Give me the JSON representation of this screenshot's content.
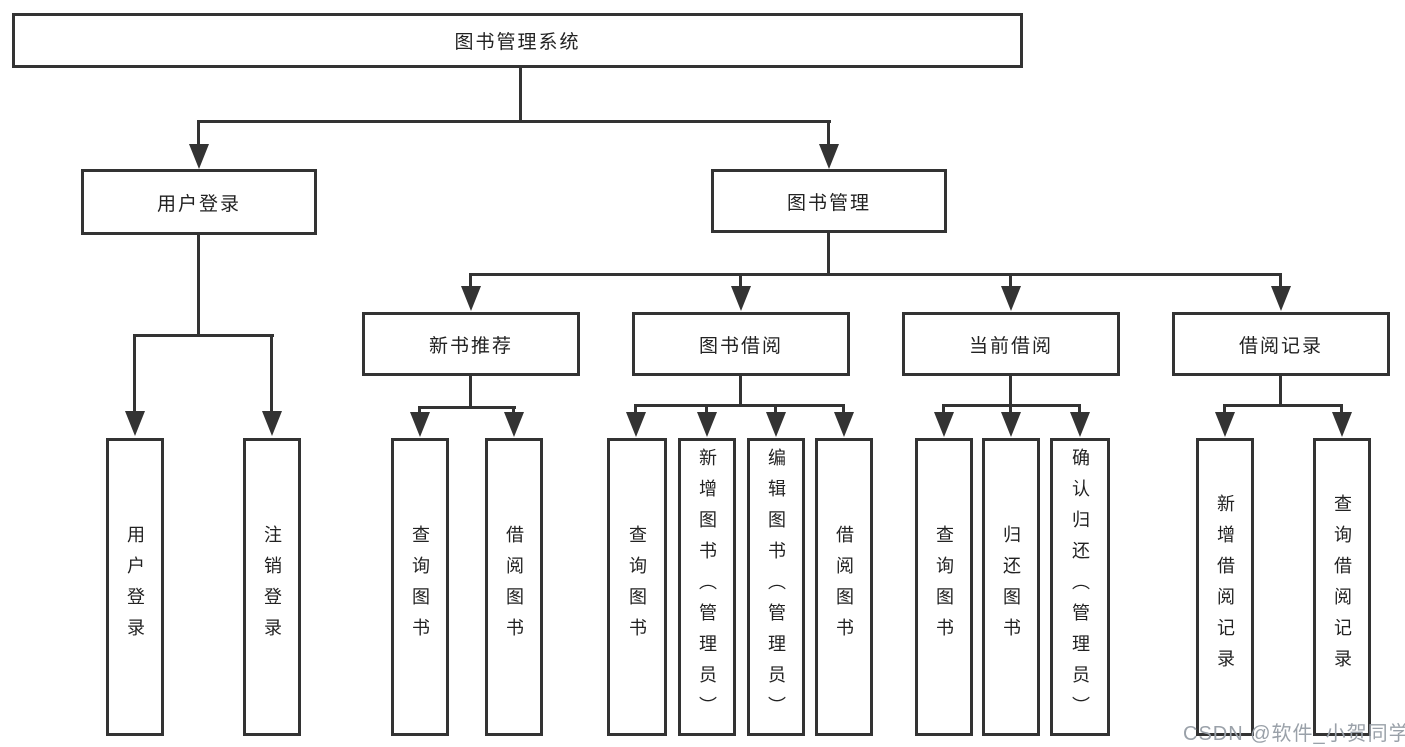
{
  "diagram": {
    "root": {
      "label": "图书管理系统"
    },
    "level2": [
      {
        "label": "用户登录"
      },
      {
        "label": "图书管理"
      }
    ],
    "level3": [
      {
        "label": "新书推荐"
      },
      {
        "label": "图书借阅"
      },
      {
        "label": "当前借阅"
      },
      {
        "label": "借阅记录"
      }
    ],
    "leaves": {
      "login": [
        "用户登录",
        "注销登录"
      ],
      "newbook": [
        "查询图书",
        "借阅图书"
      ],
      "borrow": [
        "查询图书",
        "新增图书（管理员）",
        "编辑图书（管理员）",
        "借阅图书"
      ],
      "current": [
        "查询图书",
        "归还图书",
        "确认归还（管理员）"
      ],
      "records": [
        "新增借阅记录",
        "查询借阅记录"
      ]
    },
    "colors": {
      "line": "#333333",
      "text": "#222222",
      "watermark_text": "#9aa1a9",
      "background": "#ffffff"
    }
  },
  "watermark": {
    "text": "CSDN @软件_小贺同学"
  }
}
